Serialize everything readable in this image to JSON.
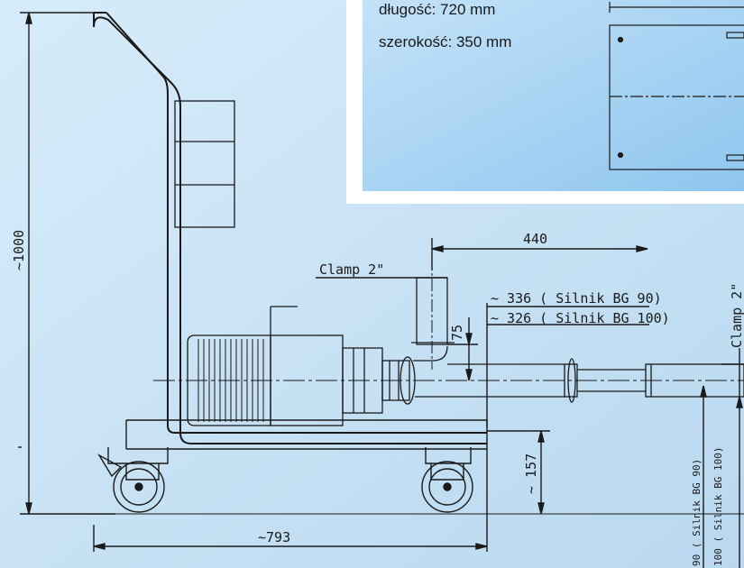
{
  "info_box": {
    "length": "długość: 720 mm",
    "width": "szerokość: 350 mm"
  },
  "dimensions": {
    "height": "~1000",
    "base_length": "~793",
    "outlet_offset": "440",
    "clamp_top": "Clamp 2\"",
    "clamp_right": "Clamp 2\"",
    "offset_bg90": "~ 336 ( Silnik BG 90)",
    "offset_bg100": "~ 326 ( Silnik BG 100)",
    "inlet_height": "75",
    "axis_height": "~ 157",
    "shaft_bg90": "90 ( Silnik BG 90)",
    "shaft_bg100": "100 ( Silnik BG 100)"
  },
  "colors": {
    "bg_top": "#cfe6f7",
    "bg_bottom": "#bcd9f0",
    "info_panel": "#a9d2f2",
    "line": "#1a1a1a"
  }
}
